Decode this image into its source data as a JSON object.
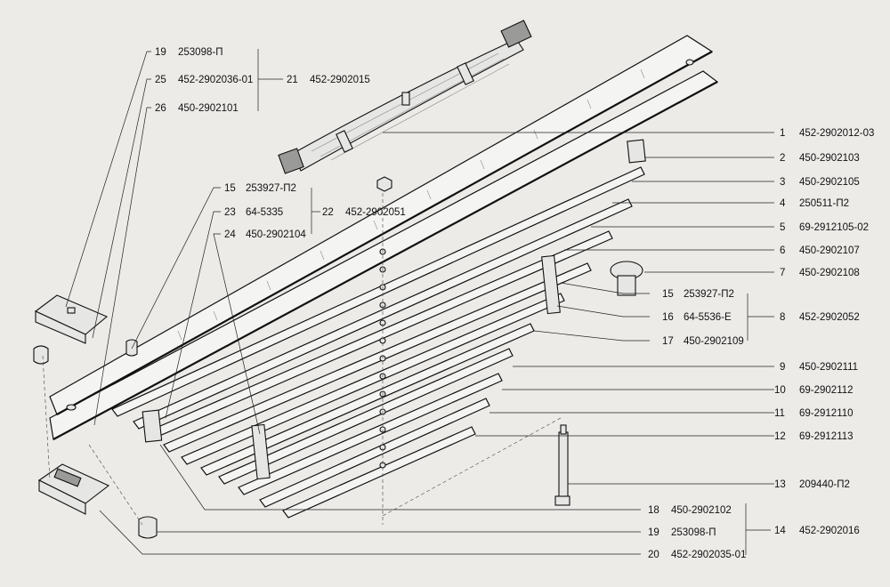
{
  "callouts": [
    {
      "id": "c19a",
      "num": "19",
      "code": "253098-П"
    },
    {
      "id": "c25",
      "num": "25",
      "code": "452-2902036-01"
    },
    {
      "id": "c26",
      "num": "26",
      "code": "450-2902101"
    },
    {
      "id": "c21",
      "num": "21",
      "code": "452-2902015"
    },
    {
      "id": "c15a",
      "num": "15",
      "code": "253927-П2"
    },
    {
      "id": "c23",
      "num": "23",
      "code": "64-5335"
    },
    {
      "id": "c24",
      "num": "24",
      "code": "450-2902104"
    },
    {
      "id": "c22",
      "num": "22",
      "code": "452-2902051"
    },
    {
      "id": "c1",
      "num": "1",
      "code": "452-2902012-03"
    },
    {
      "id": "c2",
      "num": "2",
      "code": "450-2902103"
    },
    {
      "id": "c3",
      "num": "3",
      "code": "450-2902105"
    },
    {
      "id": "c4",
      "num": "4",
      "code": "250511-П2"
    },
    {
      "id": "c5",
      "num": "5",
      "code": "69-2912105-02"
    },
    {
      "id": "c6",
      "num": "6",
      "code": "450-2902107"
    },
    {
      "id": "c7",
      "num": "7",
      "code": "450-2902108"
    },
    {
      "id": "c15b",
      "num": "15",
      "code": "253927-П2"
    },
    {
      "id": "c16",
      "num": "16",
      "code": "64-5536-Е"
    },
    {
      "id": "c8",
      "num": "8",
      "code": "452-2902052"
    },
    {
      "id": "c17",
      "num": "17",
      "code": "450-2902109"
    },
    {
      "id": "c9",
      "num": "9",
      "code": "450-2902111"
    },
    {
      "id": "c10",
      "num": "10",
      "code": "69-2902112"
    },
    {
      "id": "c11",
      "num": "11",
      "code": "69-2912110"
    },
    {
      "id": "c12",
      "num": "12",
      "code": "69-2912113"
    },
    {
      "id": "c13",
      "num": "13",
      "code": "209440-П2"
    },
    {
      "id": "c18",
      "num": "18",
      "code": "450-2902102"
    },
    {
      "id": "c19b",
      "num": "19",
      "code": "253098-П"
    },
    {
      "id": "c14",
      "num": "14",
      "code": "452-2902016"
    },
    {
      "id": "c20",
      "num": "20",
      "code": "452-2902035-01"
    }
  ],
  "colors": {
    "background": "#ecebe8",
    "ink": "#111111",
    "leaf_fill": "#f4f4f2"
  }
}
